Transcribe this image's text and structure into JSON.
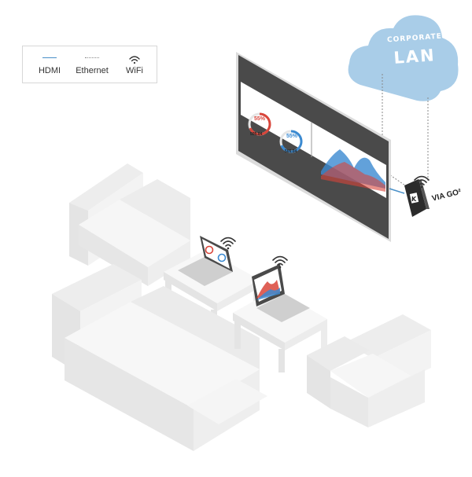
{
  "legend": {
    "items": [
      {
        "id": "hdmi",
        "label": "HDMI",
        "color": "#4a90c8",
        "line": "solid"
      },
      {
        "id": "ethernet",
        "label": "Ethernet",
        "color": "#888888",
        "line": "dotted"
      },
      {
        "id": "wifi",
        "label": "WiFi",
        "icon": "wifi-icon"
      }
    ]
  },
  "cloud": {
    "line1": "CORPORATE",
    "line2": "LAN",
    "color": "#a9cde8"
  },
  "device": {
    "label": "VIA GO²"
  },
  "display": {
    "gauges": [
      {
        "value": "55%",
        "color": "#d9453a",
        "caption": "505.04"
      },
      {
        "value": "55%",
        "color": "#3b8ad1",
        "caption": "505.04"
      }
    ]
  },
  "colors": {
    "hdmi": "#4a90c8",
    "ethernet": "#888888",
    "wifi": "#333333",
    "furniture": "#f1f1f1"
  }
}
